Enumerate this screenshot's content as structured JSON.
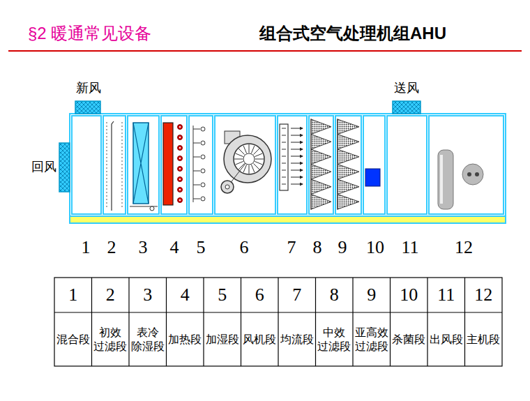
{
  "diagram": {
    "title": "§2 暖通常见设备",
    "labels": [
      "组合式空气处理机组AHU",
      "新风",
      "送风",
      "回风",
      "1",
      "2",
      "3",
      "4",
      "5",
      "6",
      "7",
      "8",
      "9",
      "10",
      "11",
      "12",
      "1",
      "2",
      "3",
      "4",
      "5",
      "6",
      "7",
      "8",
      "9",
      "10",
      "11",
      "12",
      "混合段",
      "初效 过滤段",
      "表冷 除湿段",
      "加热段",
      "加湿段",
      "风机段",
      "均流段",
      "中效 过滤段",
      "亚高效 过滤段",
      "杀菌段",
      "出风段",
      "主机段"
    ]
  }
}
